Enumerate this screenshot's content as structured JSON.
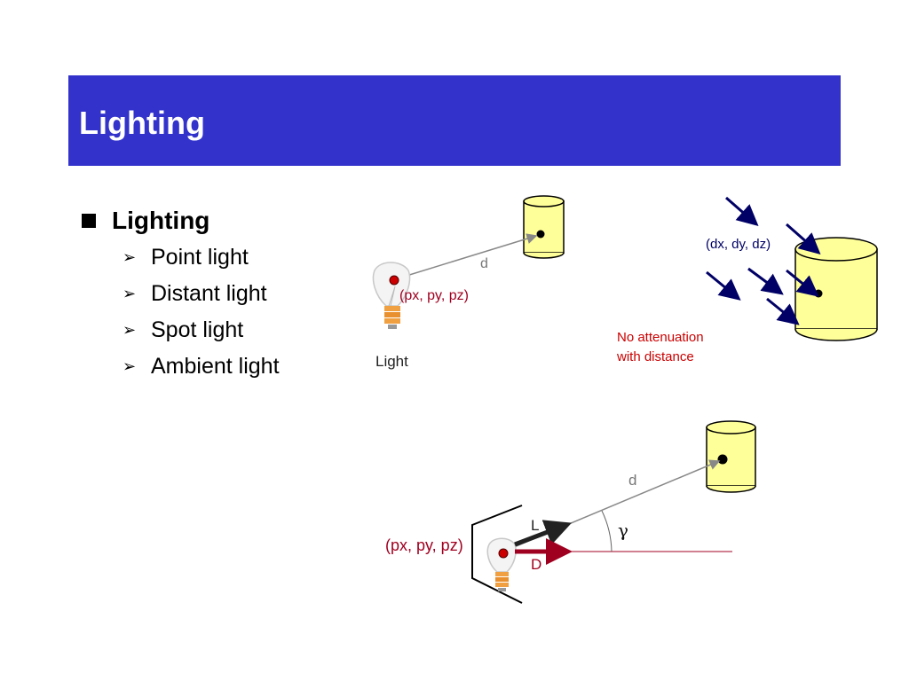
{
  "slide": {
    "title": "Lighting",
    "colors": {
      "title_bar": "#3333cc",
      "title_text": "#ffffff"
    }
  },
  "bullets": {
    "main": "Lighting",
    "items": [
      "Point light",
      "Distant light",
      "Spot light",
      "Ambient light"
    ]
  },
  "point_light": {
    "distance_label": "d",
    "position_label": "(px, py, pz)",
    "light_label": "Light"
  },
  "distant_light": {
    "direction_label": "(dx, dy, dz)",
    "note_line1": "No attenuation",
    "note_line2": "with distance"
  },
  "spot_light": {
    "distance_label": "d",
    "L_label": "L",
    "D_label": "D",
    "angle_label": "γ",
    "position_label": "(px, py, pz)"
  }
}
